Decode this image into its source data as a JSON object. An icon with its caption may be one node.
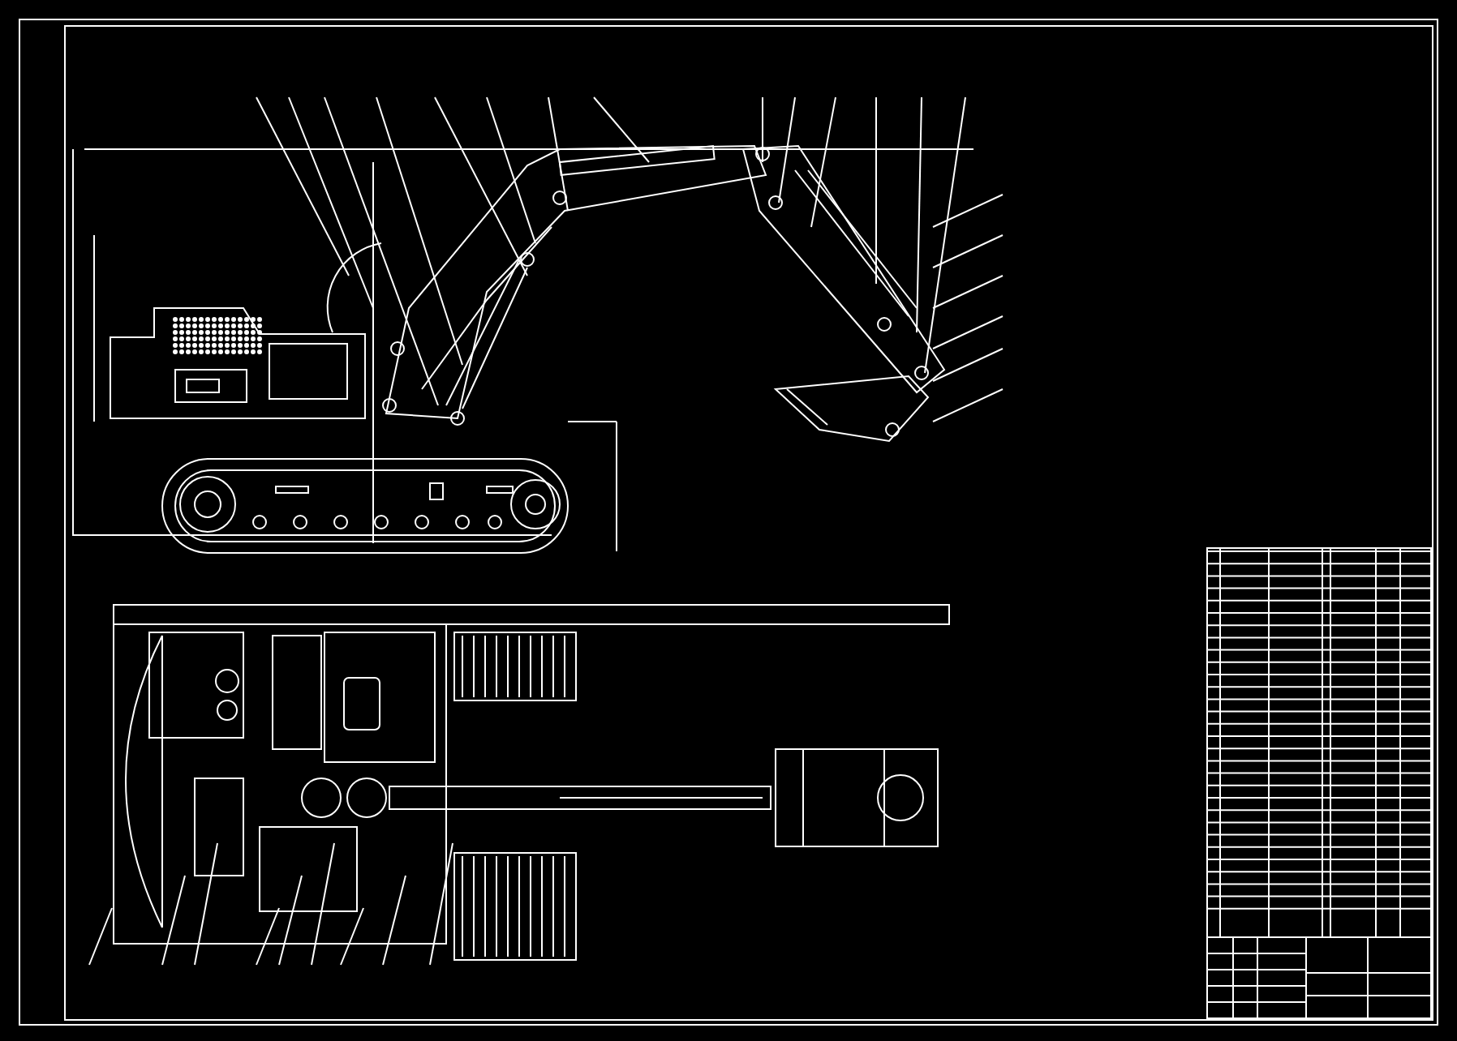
{
  "diagram": {
    "nodes": [
      {
        "text": [],
        "shape": "picture"
      },
      {
        "text": [],
        "shape": "picture"
      },
      {
        "text": [],
        "shape": "box"
      }
    ]
  }
}
